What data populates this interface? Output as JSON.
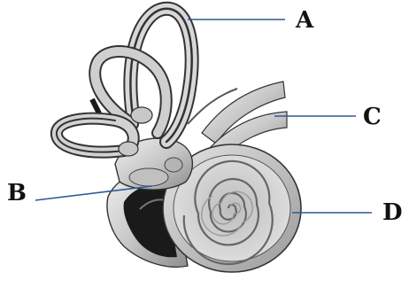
{
  "labels": {
    "a": "A",
    "b": "B",
    "c": "C",
    "d": "D"
  },
  "colors": {
    "structure_fill": "#d6d6d6",
    "structure_shade": "#8a8a8a",
    "outline": "#333333",
    "dark_interior": "#1a1a1a",
    "leader_line": "#2a5a9a",
    "label_text": "#111111"
  }
}
